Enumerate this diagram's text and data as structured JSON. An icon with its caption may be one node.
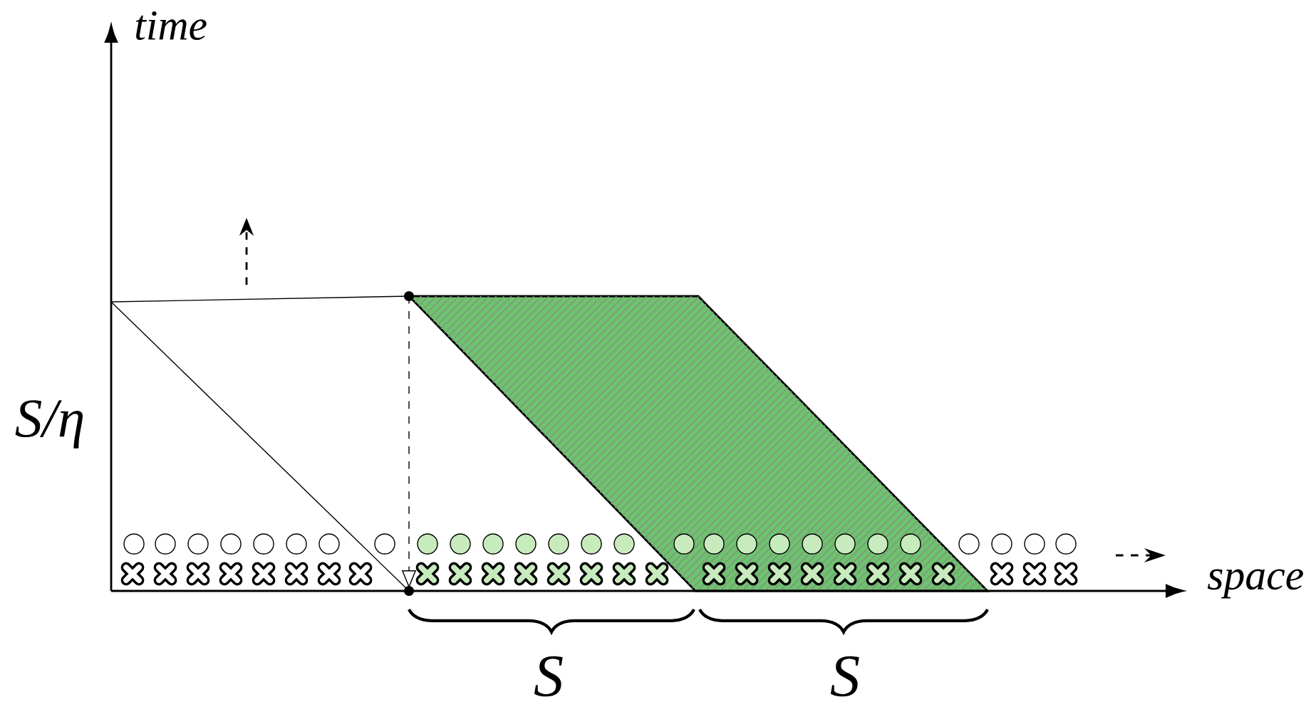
{
  "diagram": {
    "labels": [
      "time",
      "S/η",
      "space",
      "S",
      "S"
    ]
  }
}
